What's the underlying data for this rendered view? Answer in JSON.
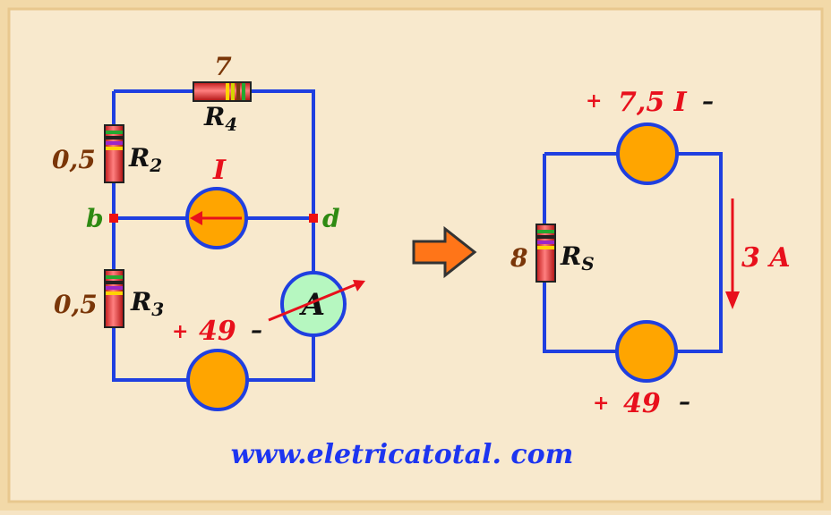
{
  "left_circuit": {
    "r4_value": "7",
    "r4_name": "R",
    "r4_sub": "4",
    "r2_value": "0,5",
    "r2_name": "R",
    "r2_sub": "2",
    "r3_value": "0,5",
    "r3_name": "R",
    "r3_sub": "3",
    "current_label": "I",
    "node_b": "b",
    "node_d": "d",
    "ammeter_label": "A",
    "source_plus": "+",
    "source_value": "49",
    "source_minus": "–"
  },
  "right_circuit": {
    "top_plus": "+",
    "top_value": "7,5 I",
    "top_minus": "–",
    "rs_value": "8",
    "rs_name": "R",
    "rs_sub": "S",
    "current": "3 A",
    "bottom_plus": "+",
    "bottom_value": "49",
    "bottom_minus": "–"
  },
  "website": "www.eletricatotal. com",
  "colors": {
    "background": "#f6e4c4",
    "frame": "#f3dfb6",
    "wire": "#1f3fe0",
    "source_fill": "#ffa500",
    "label_red": "#e8101c",
    "label_brown": "#7a3608",
    "node_green": "#2e8a12",
    "ammeter_fill": "#b6f7c0",
    "arrow_orange": "#ff7518",
    "url_blue": "#1d35f0"
  }
}
